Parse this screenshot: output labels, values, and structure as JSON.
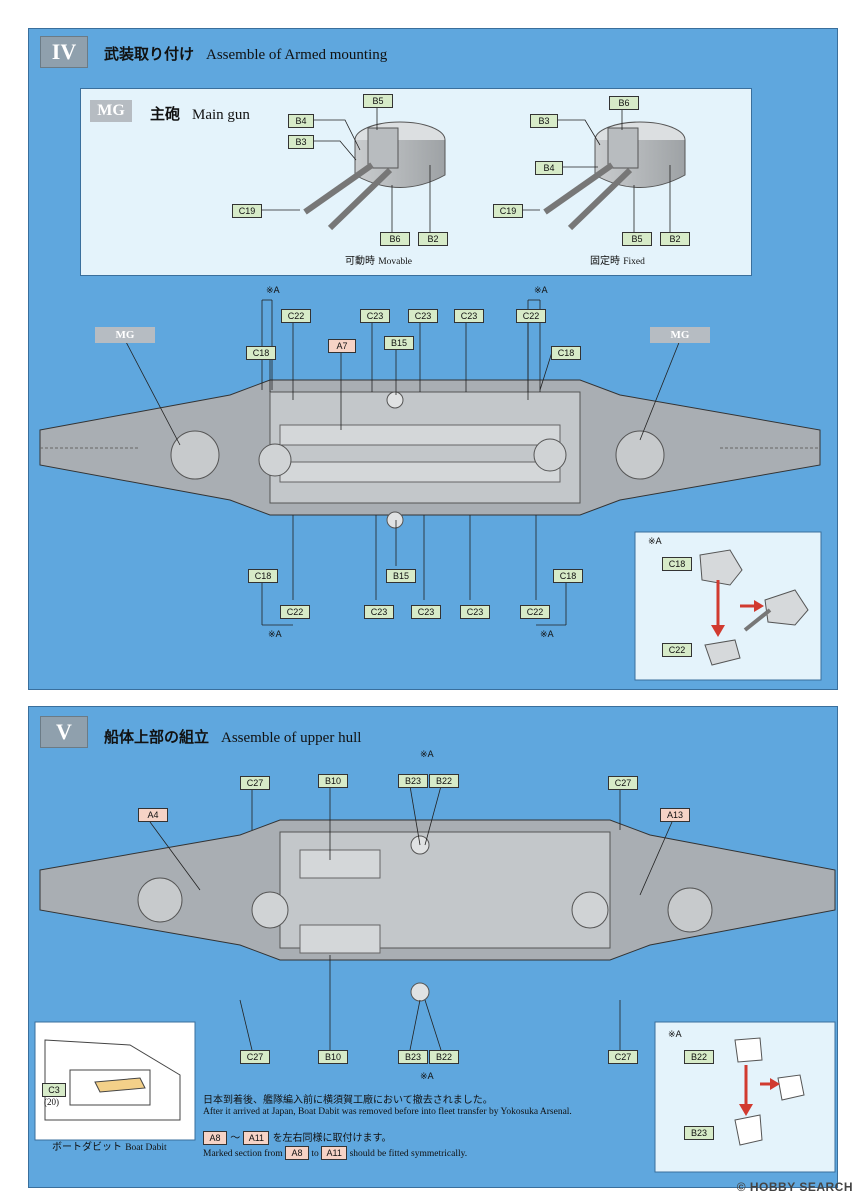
{
  "step4": {
    "number": "IV",
    "title_jp": "武装取り付け",
    "title_en": "Assemble of Armed mounting",
    "mg_box": {
      "tag": "MG",
      "title_jp": "主砲",
      "title_en": "Main gun",
      "movable": {
        "caption_jp": "可動時",
        "caption_en": "Movable",
        "parts": [
          "B5",
          "B4",
          "B3",
          "C19",
          "B6",
          "B2"
        ]
      },
      "fixed": {
        "caption_jp": "固定時",
        "caption_en": "Fixed",
        "parts": [
          "B6",
          "B3",
          "B4",
          "C19",
          "B5",
          "B2"
        ]
      }
    },
    "hull_labels": {
      "mg_left": "MG",
      "mg_right": "MG",
      "note_a": "※A",
      "top": [
        "C22",
        "C18",
        "A7",
        "B15",
        "C23",
        "C23",
        "C23",
        "C22",
        "C18"
      ],
      "bottom": [
        "C18",
        "C22",
        "B15",
        "C23",
        "C23",
        "C23",
        "C22",
        "C18"
      ]
    },
    "inset": {
      "note": "※A",
      "c18": "C18",
      "c22": "C22"
    }
  },
  "step5": {
    "number": "V",
    "title_jp": "船体上部の組立",
    "title_en": "Assemble of upper hull",
    "labels": {
      "top": [
        "C27",
        "B10",
        "B23",
        "B22",
        "C27",
        "A4",
        "A13"
      ],
      "bottom": [
        "C27",
        "B10",
        "B23",
        "B22",
        "C27"
      ],
      "note_a": "※A"
    },
    "boat_box": {
      "part": "C3",
      "count": "(20)",
      "caption_jp": "ボートダビット",
      "caption_en": "Boat Dabit"
    },
    "note_jp": "日本到着後、艦隊編入前に横須賀工廠において撤去されました。",
    "note_en": "After it arrived at Japan, Boat Dabit was removed before into fleet transfer by Yokosuka Arsenal.",
    "range_from": "A8",
    "range_tilde": "～",
    "range_to": "A11",
    "range_jp": "を左右同様に取付けます。",
    "marked_prefix": "Marked section from",
    "marked_to": "to",
    "marked_suffix": "should be fitted symmetrically.",
    "inset": {
      "note": "※A",
      "b22": "B22",
      "b23": "B23"
    }
  },
  "watermark": "© HOBBY SEARCH"
}
